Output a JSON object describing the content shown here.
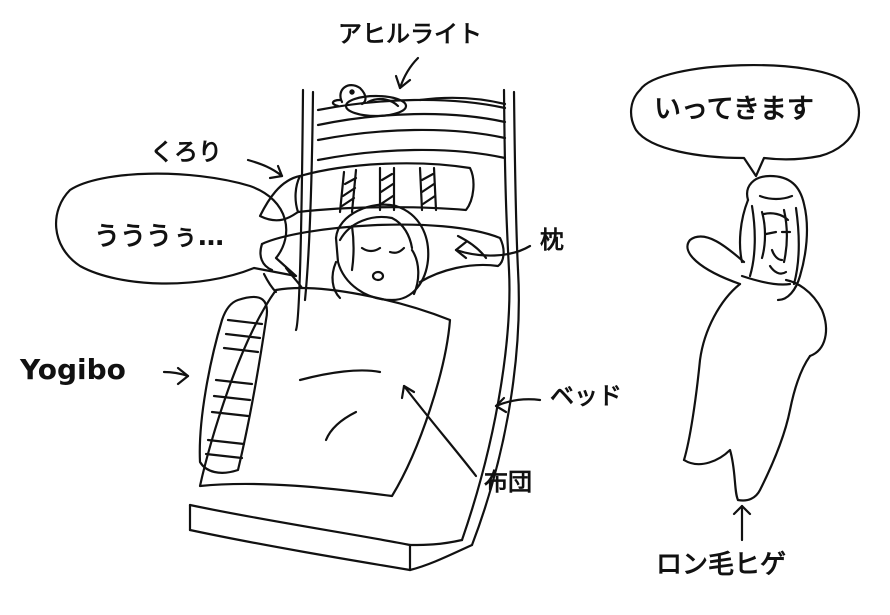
{
  "labels": {
    "ahiru_light": "アヒルライト",
    "kurori": "くろり",
    "moan": "うううぅ…",
    "makura": "枕",
    "yogibo": "Yogibo",
    "bed": "ベッド",
    "futon": "布団",
    "ittekimasu": "いってきます",
    "ronge_hige": "ロン毛ヒゲ"
  },
  "colors": {
    "ink": "#111111",
    "paper": "#ffffff"
  }
}
